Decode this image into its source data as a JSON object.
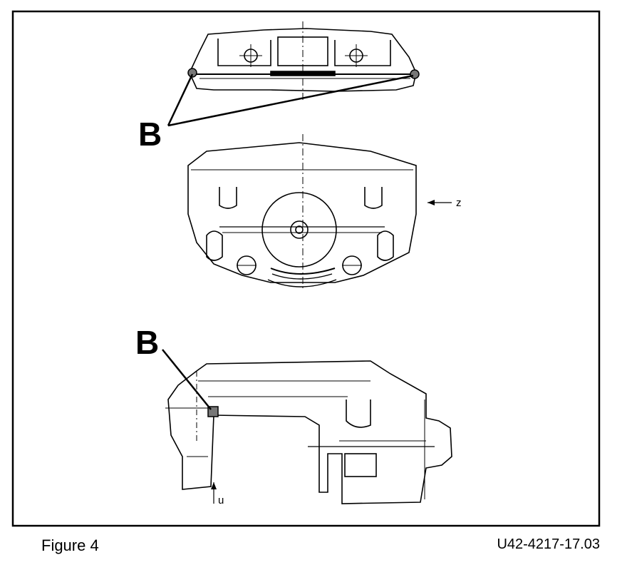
{
  "labels": {
    "callout_top": "B",
    "callout_bottom": "B",
    "view_z": "z",
    "view_u": "u"
  },
  "caption": {
    "figure": "Figure 4",
    "code": "U42-4217-17.03"
  }
}
